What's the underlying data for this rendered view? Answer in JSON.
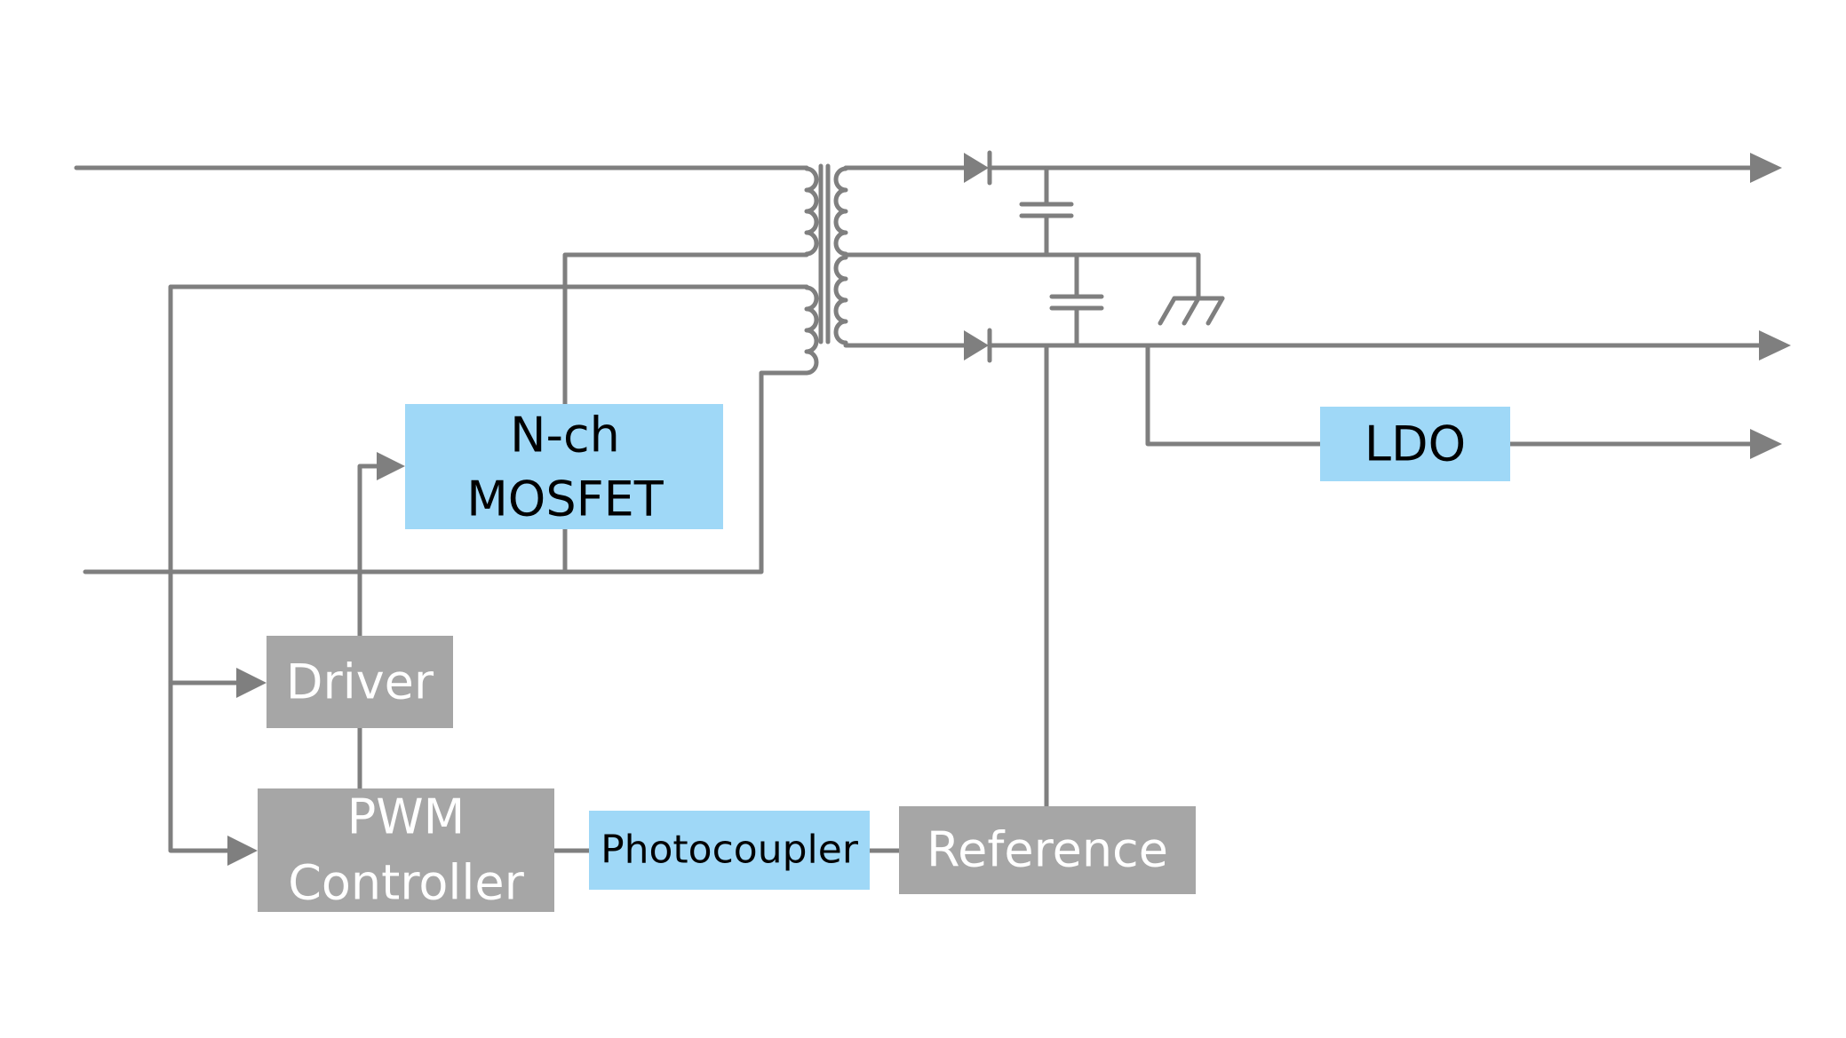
{
  "diagram": {
    "blocks": {
      "mosfet": {
        "line1": "N-ch",
        "line2": "MOSFET"
      },
      "driver": {
        "label": "Driver"
      },
      "pwm": {
        "line1": "PWM",
        "line2": "Controller"
      },
      "photocoupler": {
        "label": "Photocoupler"
      },
      "reference": {
        "label": "Reference"
      },
      "ldo": {
        "label": "LDO"
      }
    },
    "colors": {
      "wire": "#7f7f7f",
      "block_blue": "#9fd8f7",
      "block_gray": "#a6a6a6",
      "text_dark": "#000000",
      "text_light": "#ffffff"
    }
  }
}
